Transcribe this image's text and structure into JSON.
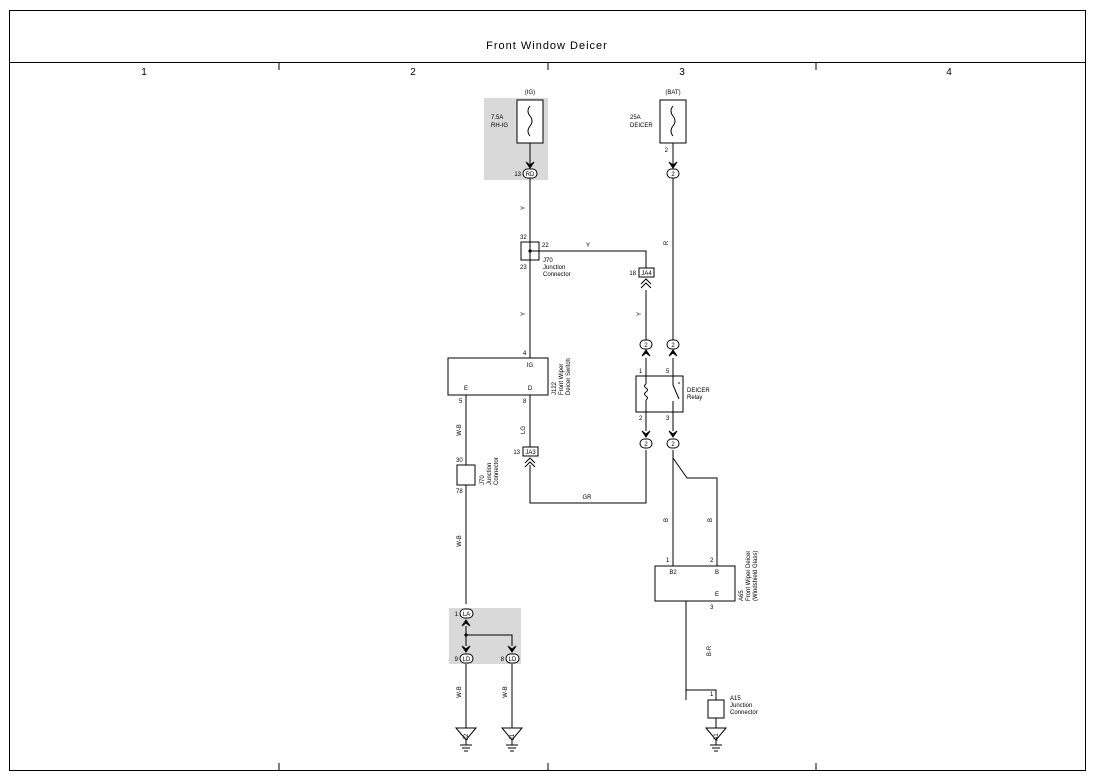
{
  "title": "Front Window Deicer",
  "columns": [
    "1",
    "2",
    "3",
    "4"
  ],
  "fuses": {
    "ig": {
      "source": "(IG)",
      "rating": "7.5A",
      "name": "RH-IG",
      "connector": "RD",
      "pin": "13"
    },
    "bat": {
      "source": "(BAT)",
      "rating": "25A",
      "name": "DEICER",
      "pin": "2",
      "connector_pin": "2"
    }
  },
  "j70_top": {
    "id": "J70",
    "line1": "Junction",
    "line2": "Connector",
    "pins": {
      "top": "32",
      "right": "22",
      "bottom": "23"
    }
  },
  "ja4": {
    "label": "JA4",
    "pin": "18"
  },
  "ja3": {
    "label": "JA3",
    "pin": "13"
  },
  "switch": {
    "id": "J122",
    "line1": "Front Wiper",
    "line2": "Deicer Switch",
    "terminals": {
      "ig": "IG",
      "e": "E",
      "d": "D"
    },
    "pins": {
      "ig": "4",
      "e": "5",
      "d": "8"
    }
  },
  "relay": {
    "name": "DEICER",
    "sub": "Relay",
    "pins": {
      "p1": "1",
      "p2": "2",
      "p3": "3",
      "p5": "5"
    },
    "connectors": {
      "c1": "2",
      "c2": "2",
      "c3": "2",
      "c4": "2"
    }
  },
  "j70_bottom": {
    "id": "J70",
    "line1": "Junction",
    "line2": "Connector",
    "pins": {
      "top": "30",
      "bottom": "78"
    }
  },
  "a65": {
    "id": "A65",
    "line1": "Front Wiper Deicer",
    "line2": "(Windshield Glass)",
    "terminals": {
      "b2": "B2",
      "b": "B",
      "e": "E"
    },
    "pins": {
      "p1": "1",
      "p2": "2",
      "p3": "3"
    }
  },
  "a15": {
    "id": "A15",
    "line1": "Junction",
    "line2": "Connector",
    "pin": "1"
  },
  "ground_block": {
    "in_label": "LA",
    "in_pin": "1",
    "out_left_label": "LD",
    "out_left_pin": "9",
    "out_right_label": "LD",
    "out_right_pin": "8"
  },
  "grounds": [
    "J2",
    "J1",
    "A1"
  ],
  "wire_colors": {
    "ig_down": "Y",
    "j70_to_ja4": "Y",
    "j70_down": "Y",
    "ja4_down": "Y",
    "bat_down": "R",
    "switch_e": "W-B",
    "switch_d": "LG",
    "gr_link": "GR",
    "j70b_down": "W-B",
    "relay_b_left": "B",
    "relay_b_right": "B",
    "a65_e": "B-R",
    "gnd_left": "W-B",
    "gnd_right": "W-B"
  }
}
